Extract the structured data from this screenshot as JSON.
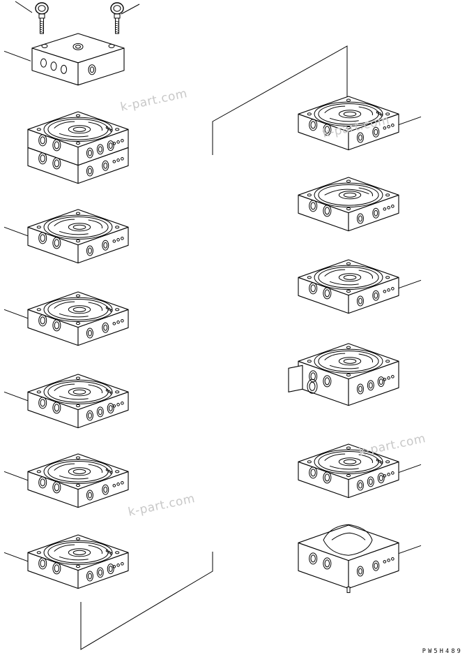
{
  "watermark": "k-part.com",
  "drawing_code": "PW5H489",
  "left_column": [
    {
      "kind": "cover",
      "callout": true
    },
    {
      "kind": "double",
      "callout": false
    },
    {
      "kind": "section",
      "callout": true,
      "variant": 0
    },
    {
      "kind": "section",
      "callout": true,
      "variant": 1
    },
    {
      "kind": "section",
      "callout": true,
      "variant": 2
    },
    {
      "kind": "section",
      "callout": true,
      "variant": 1
    },
    {
      "kind": "section",
      "callout": true,
      "variant": 2
    }
  ],
  "right_column": [
    {
      "kind": "section",
      "callout": true,
      "variant": 3
    },
    {
      "kind": "section",
      "callout": false,
      "variant": 4
    },
    {
      "kind": "section",
      "callout": true,
      "variant": 0
    },
    {
      "kind": "inlet",
      "callout": false
    },
    {
      "kind": "section",
      "callout": true,
      "variant": 2
    },
    {
      "kind": "end",
      "callout": true
    }
  ],
  "colors": {
    "ink": "#000000",
    "watermark": "#c8c8c8",
    "paper": "#ffffff"
  },
  "icons": {
    "eyebolt": "eye-bolt-icon"
  }
}
